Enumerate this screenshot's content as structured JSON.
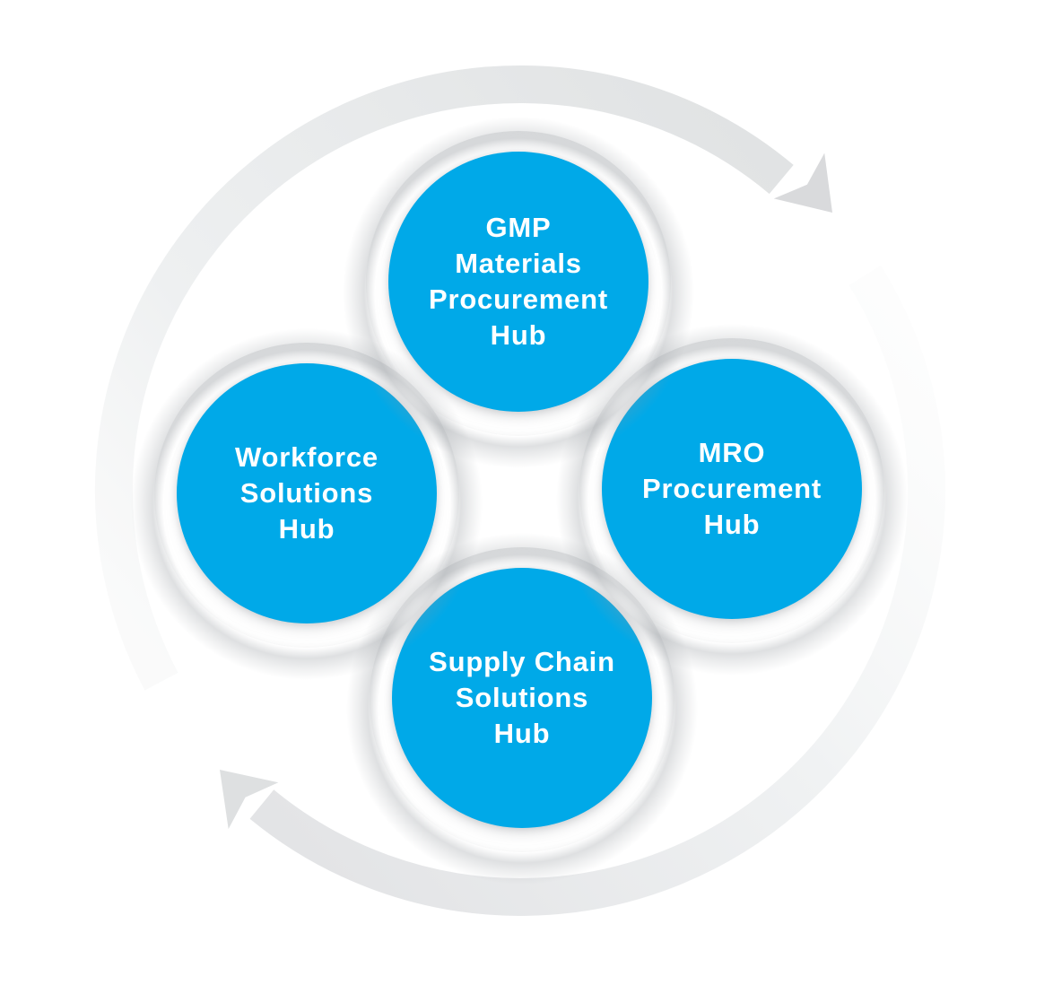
{
  "colors": {
    "hub_blue": "#00a9e8",
    "label_white": "#ffffff",
    "arc_top_tail": "#f4f5f5",
    "arc_top_mid": "#eef0f1",
    "arc_top_head": "#e1e3e4",
    "arc_bottom_tail": "#f8f9f9",
    "arc_bottom_mid": "#f0f2f3",
    "arc_bottom_head": "#e3e4e6",
    "arrowhead_top": "#d9dadc",
    "arrowhead_bottom": "#dee0e1",
    "halo_gray": "#93989d"
  },
  "diagram": {
    "type": "cycle",
    "direction": "clockwise",
    "hubs": [
      {
        "id": "gmp-materials-procurement-hub",
        "lines": [
          "GMP",
          "Materials",
          "Procurement",
          "Hub"
        ]
      },
      {
        "id": "mro-procurement-hub",
        "lines": [
          "MRO",
          "Procurement",
          "Hub"
        ]
      },
      {
        "id": "workforce-solutions-hub",
        "lines": [
          "Workforce",
          "Solutions",
          "Hub"
        ]
      },
      {
        "id": "supply-chain-solutions-hub",
        "lines": [
          "Supply Chain",
          "Solutions",
          "Hub"
        ]
      }
    ]
  }
}
